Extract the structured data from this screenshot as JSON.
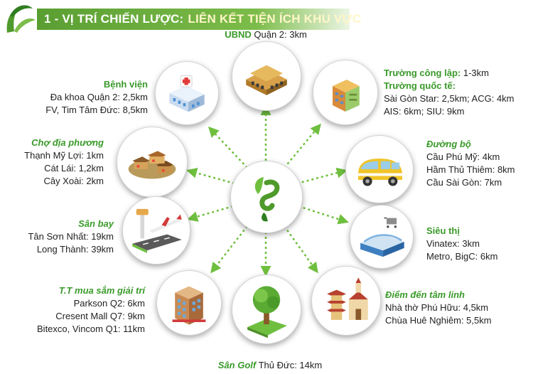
{
  "header": {
    "part1": "1 - VỊ TRÍ CHIẾN LƯỢC:",
    "part2": "LIÊN KẾT TIỆN ÍCH KHU VỰC"
  },
  "colors": {
    "brand_green": "#3a9a2a",
    "header_green": "#5a9e32",
    "text": "#222222"
  },
  "nodes": {
    "ubnd": {
      "title": "UBND",
      "line": "Quận 2: 3km",
      "icon": "government-building-icon"
    },
    "hospital": {
      "title": "Bệnh viện",
      "lines": [
        "Đa khoa Quận 2: 2,5km",
        "FV, Tim Tâm Đức: 8,5km"
      ],
      "icon": "hospital-icon"
    },
    "school": {
      "title1": "Trường công lập:",
      "value1": "1-3km",
      "title2": "Trường quốc tế:",
      "lines": [
        "Sài Gòn Star: 2,5km; ACG: 4km",
        "AIS: 6km; SIU: 9km"
      ],
      "icon": "school-building-icon"
    },
    "market": {
      "title": "Chợ địa phương",
      "lines": [
        "Thạnh Mỹ Lợi: 1km",
        "Cát Lái: 1,2km",
        "Cây Xoài: 2km"
      ],
      "icon": "market-stalls-icon"
    },
    "road": {
      "title": "Đường bộ",
      "lines": [
        "Cầu Phú Mỹ: 4km",
        "Hầm Thủ Thiêm: 8km",
        "Cầu Sài Gòn: 7km"
      ],
      "icon": "van-icon"
    },
    "airport": {
      "title": "Sân bay",
      "lines": [
        "Tân Sơn Nhất: 19km",
        "Long Thành: 39km"
      ],
      "icon": "airport-icon"
    },
    "supermarket": {
      "title": "Siêu thị",
      "lines": [
        "Vinatex: 3km",
        "Metro, BigC: 6km"
      ],
      "icon": "supermarket-icon"
    },
    "shopping": {
      "title": "T.T mua sắm giải trí",
      "lines": [
        "Parkson Q2: 6km",
        "Cresent Mall Q7: 9km",
        "Bitexco, Vincom Q1: 11km"
      ],
      "icon": "mall-building-icon"
    },
    "spiritual": {
      "title": "Điểm đến tâm linh",
      "lines": [
        "Nhà thờ Phú Hữu: 4,5km",
        "Chùa Huê Nghiêm: 5,5km"
      ],
      "icon": "church-pagoda-icon"
    },
    "golf": {
      "title": "Sân Golf",
      "line": "Thủ Đức: 14km",
      "icon": "golf-tree-icon"
    }
  },
  "center": {
    "icon": "brand-logo-icon"
  }
}
